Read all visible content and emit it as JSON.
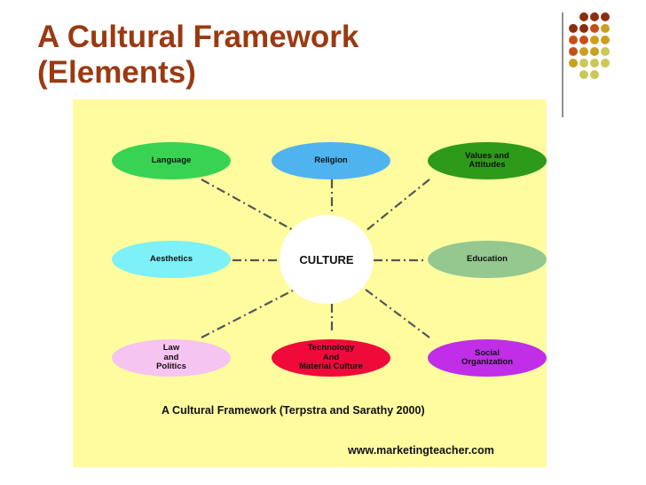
{
  "slide": {
    "title_line1": "A Cultural Framework",
    "title_line2": "(Elements)"
  },
  "diagram": {
    "center_label": "CULTURE",
    "nodes": [
      {
        "id": "language",
        "label": "Language",
        "color": "#39d353"
      },
      {
        "id": "religion",
        "label": "Religion",
        "color": "#4fb3f0"
      },
      {
        "id": "values",
        "label": "Values and\nAttitudes",
        "color": "#2e9a1a"
      },
      {
        "id": "aesthetics",
        "label": "Aesthetics",
        "color": "#7df0f8"
      },
      {
        "id": "education",
        "label": "Education",
        "color": "#94c88e"
      },
      {
        "id": "law",
        "label": "Law\nand\nPolitics",
        "color": "#f6c4f0"
      },
      {
        "id": "technology",
        "label": "Technology\nAnd\nMaterial Culture",
        "color": "#f00a3a"
      },
      {
        "id": "social",
        "label": "Social\nOrganization",
        "color": "#c02ee8"
      }
    ],
    "caption": "A Cultural Framework (Terpstra and Sarathy 2000)",
    "credit": "www.marketingteacher.com",
    "background_color": "#fffca0",
    "connector_style": "dash-dot"
  },
  "theme": {
    "title_color": "#9a3a12",
    "dot_colors": [
      "#8b2e0e",
      "#c4501a",
      "#c8a020",
      "#c9c85a"
    ]
  }
}
